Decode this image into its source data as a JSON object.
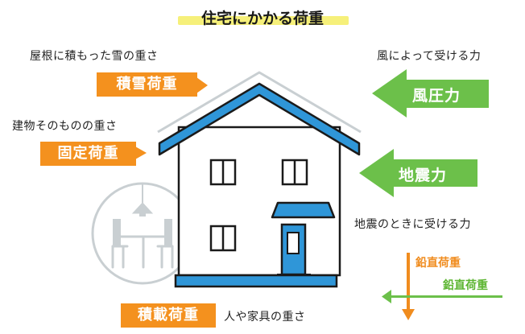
{
  "title": "住宅にかかる荷重",
  "labels": {
    "snow_desc": "屋根に積もった雪の重さ",
    "snow_tag": "積雪荷重",
    "dead_desc": "建物そのものの重さ",
    "dead_tag": "固定荷重",
    "live_tag": "積載荷重",
    "live_desc": "人や家具の重さ",
    "wind_desc": "風によって受ける力",
    "wind_tag": "風圧力",
    "quake_tag": "地震力",
    "quake_desc": "地震のときに受ける力",
    "vertical_load": "鉛直荷重",
    "horizontal_load": "鉛直荷重"
  },
  "colors": {
    "orange": "#f4911e",
    "green": "#6cc04a",
    "blue": "#2f96d8",
    "dark": "#1a1a1a",
    "gray": "#c9cfd2",
    "highlight": "#f6f07a"
  },
  "icons": {
    "house": "house-icon",
    "lamp": "pendant-lamp-icon",
    "chairs": "table-chairs-icon"
  }
}
